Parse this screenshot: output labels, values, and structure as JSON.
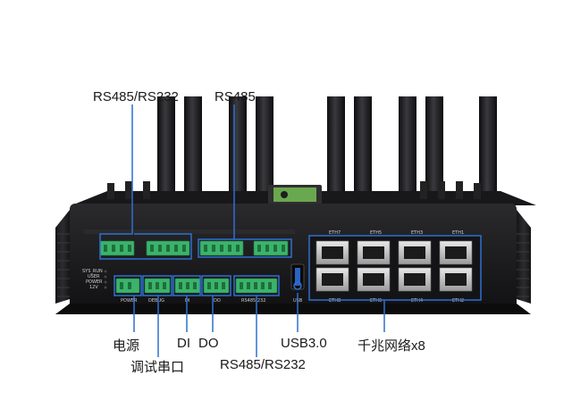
{
  "callouts": {
    "rs485_rs232_top": "RS485/RS232",
    "rs485_top": "RS485",
    "power": "电源",
    "debug_serial": "调试串口",
    "di": "DI",
    "do": "DO",
    "usb3": "USB3.0",
    "gigabit_eth": "千兆网络x8",
    "rs485_rs232_bottom": "RS485/RS232"
  },
  "panel": {
    "eth_top": [
      "ETH7",
      "ETH5",
      "ETH3",
      "ETH1"
    ],
    "eth_bottom": [
      "ETH8",
      "ETH6",
      "ETH4",
      "ETH2"
    ],
    "bottom_ports": {
      "power": "POWER",
      "debug": "DEBUG",
      "di": "DI",
      "do": "DO",
      "rs485": "RS485/232",
      "usb": "USB"
    },
    "leds": [
      "SYS_RUN",
      "USER",
      "POWER",
      "12V"
    ]
  },
  "colors": {
    "callout_line": "#2f6fd0",
    "terminal_green": "#3bb36a",
    "chassis": "#1c1c1e"
  }
}
